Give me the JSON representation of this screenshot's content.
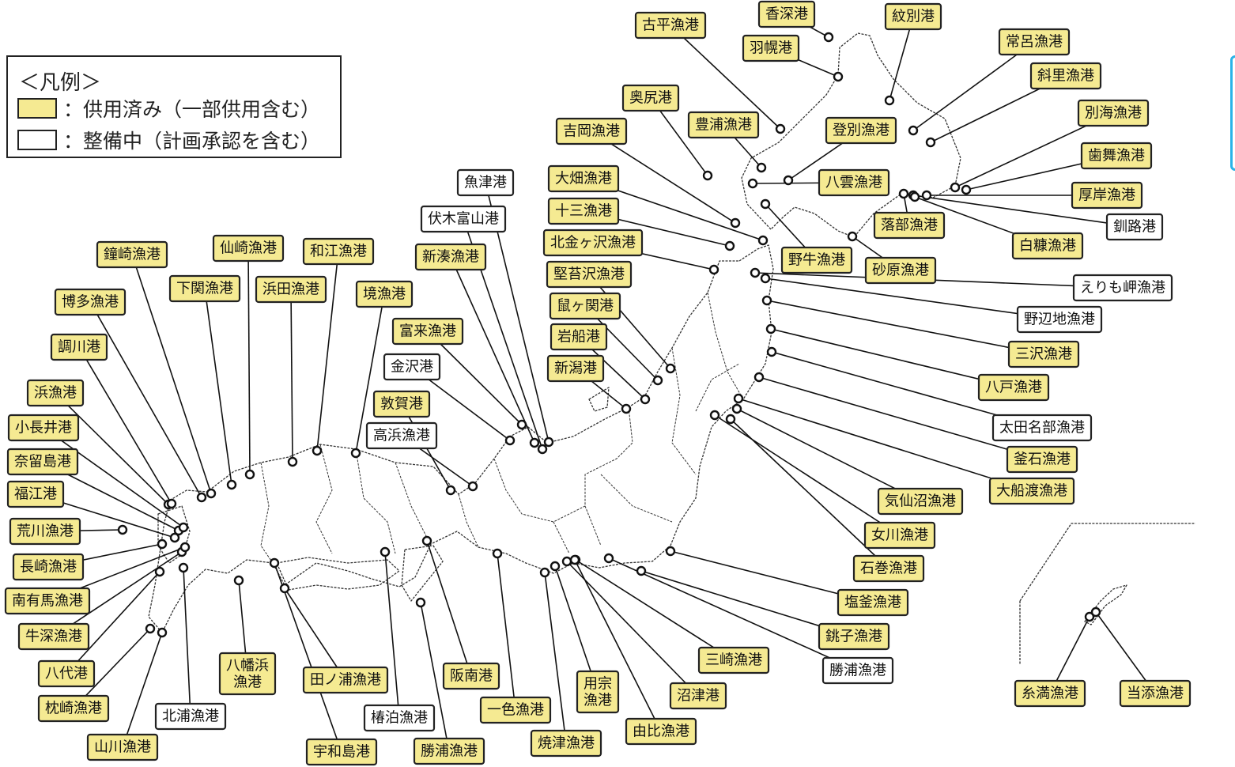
{
  "legend": {
    "title": "＜凡例＞",
    "in_service_label": "：供用済み（一部供用含む）",
    "in_progress_label": "：整備中（計画承認を含む）"
  },
  "colors": {
    "in_service": "#f5ea92",
    "in_progress": "#ffffff",
    "outline": "#333333",
    "tab_accent": "#2ab3e8"
  },
  "ports": [
    {
      "name": "古平漁港",
      "status": "in_service"
    },
    {
      "name": "香深港",
      "status": "in_service"
    },
    {
      "name": "紋別港",
      "status": "in_service"
    },
    {
      "name": "羽幌港",
      "status": "in_service"
    },
    {
      "name": "常呂漁港",
      "status": "in_service"
    },
    {
      "name": "斜里漁港",
      "status": "in_service"
    },
    {
      "name": "奥尻港",
      "status": "in_service"
    },
    {
      "name": "別海漁港",
      "status": "in_service"
    },
    {
      "name": "豊浦漁港",
      "status": "in_service"
    },
    {
      "name": "吉岡漁港",
      "status": "in_service"
    },
    {
      "name": "登別漁港",
      "status": "in_service"
    },
    {
      "name": "歯舞漁港",
      "status": "in_service"
    },
    {
      "name": "厚岸漁港",
      "status": "in_service"
    },
    {
      "name": "大畑漁港",
      "status": "in_service"
    },
    {
      "name": "八雲漁港",
      "status": "in_service"
    },
    {
      "name": "釧路港",
      "status": "in_progress"
    },
    {
      "name": "十三漁港",
      "status": "in_service"
    },
    {
      "name": "落部漁港",
      "status": "in_service"
    },
    {
      "name": "白糠漁港",
      "status": "in_service"
    },
    {
      "name": "北金ヶ沢漁港",
      "status": "in_service"
    },
    {
      "name": "野牛漁港",
      "status": "in_service"
    },
    {
      "name": "砂原漁港",
      "status": "in_service"
    },
    {
      "name": "堅苔沢漁港",
      "status": "in_service"
    },
    {
      "name": "えりも岬漁港",
      "status": "in_progress"
    },
    {
      "name": "鼠ヶ関港",
      "status": "in_service"
    },
    {
      "name": "野辺地漁港",
      "status": "in_progress"
    },
    {
      "name": "岩船港",
      "status": "in_service"
    },
    {
      "name": "三沢漁港",
      "status": "in_service"
    },
    {
      "name": "新潟港",
      "status": "in_service"
    },
    {
      "name": "八戸漁港",
      "status": "in_service"
    },
    {
      "name": "太田名部漁港",
      "status": "in_progress"
    },
    {
      "name": "釜石漁港",
      "status": "in_service"
    },
    {
      "name": "大船渡漁港",
      "status": "in_service"
    },
    {
      "name": "気仙沼漁港",
      "status": "in_service"
    },
    {
      "name": "女川漁港",
      "status": "in_service"
    },
    {
      "name": "石巻漁港",
      "status": "in_service"
    },
    {
      "name": "塩釜漁港",
      "status": "in_service"
    },
    {
      "name": "銚子漁港",
      "status": "in_service"
    },
    {
      "name": "勝浦漁港",
      "status": "in_progress"
    },
    {
      "name": "三崎漁港",
      "status": "in_service"
    },
    {
      "name": "沼津港",
      "status": "in_service"
    },
    {
      "name": "用宗漁港",
      "status": "in_service"
    },
    {
      "name": "由比漁港",
      "status": "in_service"
    },
    {
      "name": "焼津漁港",
      "status": "in_service"
    },
    {
      "name": "一色漁港",
      "status": "in_service"
    },
    {
      "name": "阪南港",
      "status": "in_service"
    },
    {
      "name": "椿泊漁港",
      "status": "in_progress"
    },
    {
      "name": "勝浦漁港",
      "status": "in_service"
    },
    {
      "name": "田ノ浦漁港",
      "status": "in_service"
    },
    {
      "name": "宇和島港",
      "status": "in_service"
    },
    {
      "name": "八幡浜漁港",
      "status": "in_service"
    },
    {
      "name": "北浦漁港",
      "status": "in_progress"
    },
    {
      "name": "山川漁港",
      "status": "in_service"
    },
    {
      "name": "枕崎漁港",
      "status": "in_service"
    },
    {
      "name": "八代港",
      "status": "in_service"
    },
    {
      "name": "牛深漁港",
      "status": "in_service"
    },
    {
      "name": "南有馬漁港",
      "status": "in_service"
    },
    {
      "name": "長崎漁港",
      "status": "in_service"
    },
    {
      "name": "荒川漁港",
      "status": "in_service"
    },
    {
      "name": "福江港",
      "status": "in_service"
    },
    {
      "name": "奈留島港",
      "status": "in_service"
    },
    {
      "name": "小長井港",
      "status": "in_service"
    },
    {
      "name": "浜漁港",
      "status": "in_service"
    },
    {
      "name": "調川港",
      "status": "in_service"
    },
    {
      "name": "博多漁港",
      "status": "in_service"
    },
    {
      "name": "鐘崎漁港",
      "status": "in_service"
    },
    {
      "name": "下関漁港",
      "status": "in_service"
    },
    {
      "name": "仙崎漁港",
      "status": "in_service"
    },
    {
      "name": "浜田漁港",
      "status": "in_service"
    },
    {
      "name": "和江漁港",
      "status": "in_service"
    },
    {
      "name": "境漁港",
      "status": "in_service"
    },
    {
      "name": "新湊漁港",
      "status": "in_service"
    },
    {
      "name": "伏木富山港",
      "status": "in_progress"
    },
    {
      "name": "魚津港",
      "status": "in_progress"
    },
    {
      "name": "富来漁港",
      "status": "in_service"
    },
    {
      "name": "金沢港",
      "status": "in_progress"
    },
    {
      "name": "敦賀港",
      "status": "in_service"
    },
    {
      "name": "高浜漁港",
      "status": "in_progress"
    },
    {
      "name": "糸満漁港",
      "status": "in_service"
    },
    {
      "name": "当添漁港",
      "status": "in_service"
    }
  ]
}
